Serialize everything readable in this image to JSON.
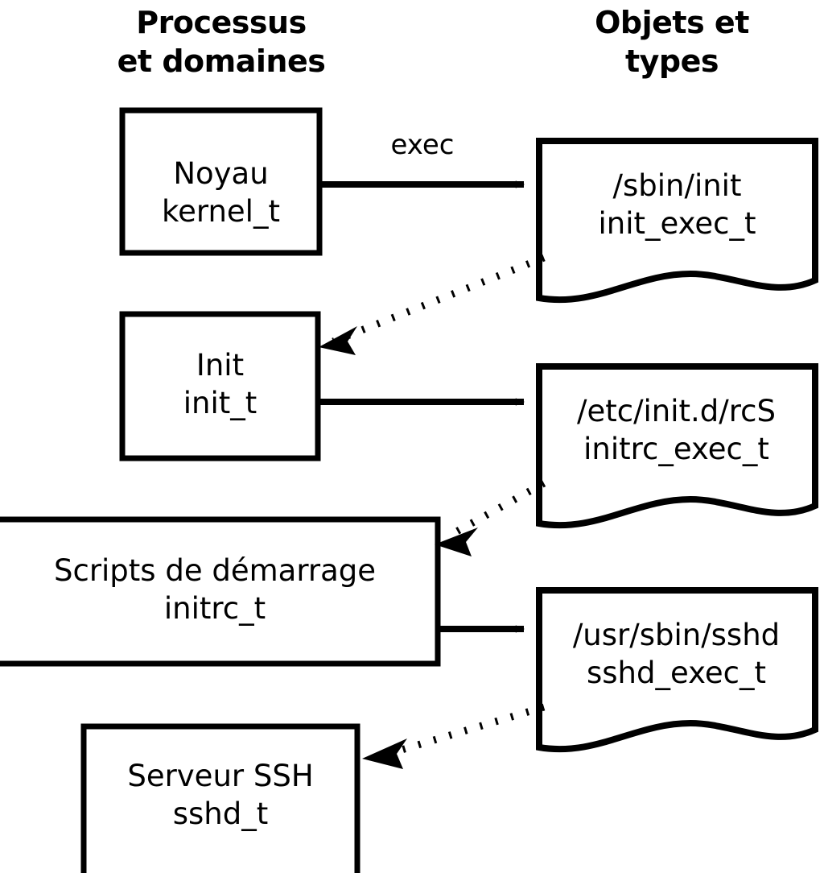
{
  "diagram": {
    "title": "SELinux exec transition diagram",
    "stroke_color": "#000000",
    "fill_color": "#ffffff",
    "background": "#ffffff"
  },
  "headers": {
    "processes": "Processus\net domaines",
    "objects": "Objets et\ntypes"
  },
  "processes": [
    {
      "id": "kernel",
      "name": "Noyau",
      "type": "kernel_t",
      "label": "Noyau\nkernel_t"
    },
    {
      "id": "init",
      "name": "Init",
      "type": "init_t",
      "label": "Init\ninit_t"
    },
    {
      "id": "initrc",
      "name": "Scripts de démarrage",
      "type": "initrc_t",
      "label": "Scripts de démarrage\ninitrc_t"
    },
    {
      "id": "sshd",
      "name": "Serveur SSH",
      "type": "sshd_t",
      "label": "Serveur SSH\nsshd_t"
    }
  ],
  "objects": [
    {
      "id": "init_exec",
      "path": "/sbin/init",
      "type": "init_exec_t",
      "label": "/sbin/init\ninit_exec_t"
    },
    {
      "id": "initrc_exec",
      "path": "/etc/init.d/rcS",
      "type": "initrc_exec_t",
      "label": "/etc/init.d/rcS\ninitrc_exec_t"
    },
    {
      "id": "sshd_exec",
      "path": "/usr/sbin/sshd",
      "type": "sshd_exec_t",
      "label": "/usr/sbin/sshd\nsshd_exec_t"
    }
  ],
  "edges": [
    {
      "id": "kernel-exec-init_exec",
      "from": "kernel",
      "to": "init_exec",
      "style": "solid",
      "label": "exec"
    },
    {
      "id": "init_exec-transition-init",
      "from": "init_exec",
      "to": "init",
      "style": "dotted",
      "label": ""
    },
    {
      "id": "init-exec-initrc_exec",
      "from": "init",
      "to": "initrc_exec",
      "style": "solid",
      "label": ""
    },
    {
      "id": "initrc_exec-transition-initrc",
      "from": "initrc_exec",
      "to": "initrc",
      "style": "dotted",
      "label": ""
    },
    {
      "id": "initrc-exec-sshd_exec",
      "from": "initrc",
      "to": "sshd_exec",
      "style": "solid",
      "label": ""
    },
    {
      "id": "sshd_exec-transition-sshd",
      "from": "sshd_exec",
      "to": "sshd",
      "style": "dotted",
      "label": ""
    }
  ]
}
